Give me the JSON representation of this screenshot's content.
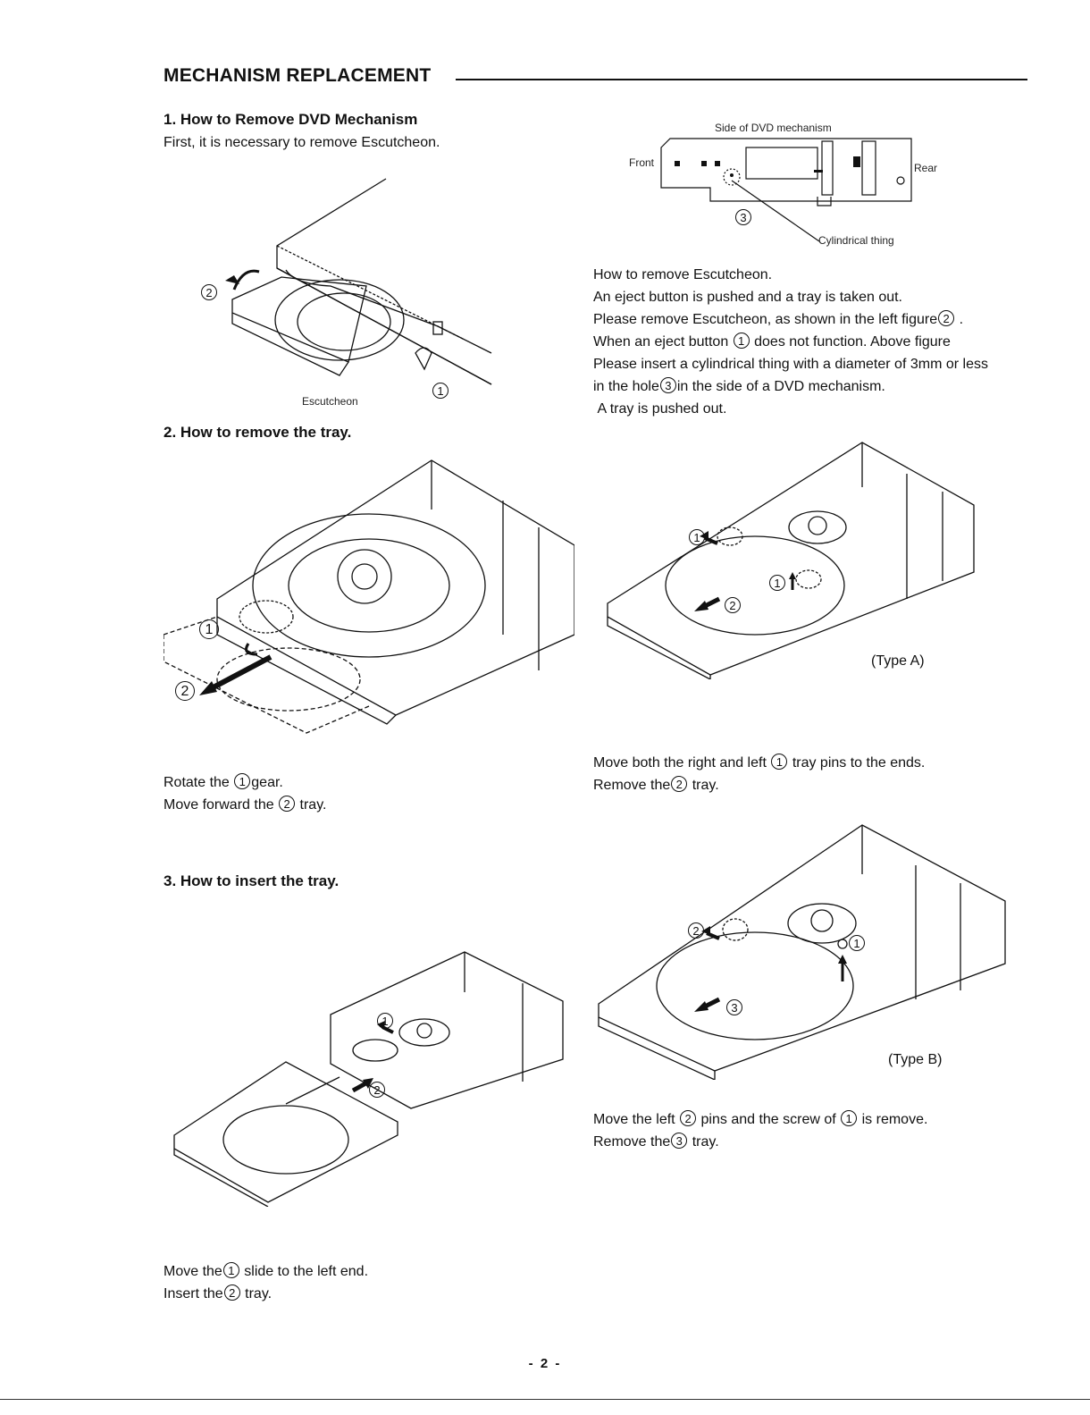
{
  "header": {
    "title": "MECHANISM REPLACEMENT"
  },
  "section1": {
    "heading": "1. How to Remove DVD Mechanism",
    "intro": "First, it is necessary to remove Escutcheon.",
    "fig_label_escutcheon": "Escutcheon",
    "side_fig": {
      "title": "Side of DVD mechanism",
      "front": "Front",
      "rear": "Rear",
      "cyl": "Cylindrical thing"
    },
    "steps": {
      "l1": "How to remove Escutcheon.",
      "l2": "An eject button is pushed and a tray is taken out.",
      "l3a": "Please remove Escutcheon, as shown in the left figure",
      "l3b": ".",
      "l4a": "When an eject button",
      "l4b": "does not function. Above figure",
      "l5": "Please insert a cylindrical thing with a diameter of 3mm or less",
      "l6a": "in the hole",
      "l6b": "in the side of a DVD mechanism.",
      "l7": "A tray is pushed out."
    }
  },
  "section2": {
    "heading": "2. How to remove the tray.",
    "type_a": "(Type A)",
    "left": {
      "l1a": "Rotate the",
      "l1b": "gear.",
      "l2a": "Move forward the",
      "l2b": "tray."
    },
    "right": {
      "l1a": "Move both the right and left",
      "l1b": "tray pins to the ends.",
      "l2a": "Remove the",
      "l2b": "tray."
    }
  },
  "section3": {
    "heading": "3. How to insert the tray.",
    "type_b": "(Type B)",
    "right": {
      "l1a": "Move the left",
      "l1b": "pins and the screw of",
      "l1c": "is remove.",
      "l2a": "Remove the",
      "l2b": "tray."
    },
    "left": {
      "l1a": "Move the",
      "l1b": "slide to the left end.",
      "l2a": "Insert the",
      "l2b": "tray."
    }
  },
  "markers": {
    "one": "1",
    "two": "2",
    "three": "3"
  },
  "footer": {
    "page": "- 2 -"
  }
}
